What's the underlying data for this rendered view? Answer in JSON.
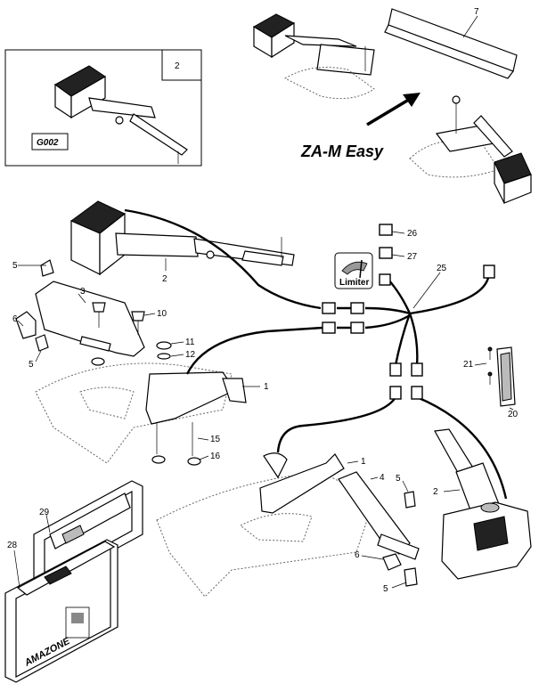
{
  "inset": {
    "number": "2",
    "code": "G002"
  },
  "title": "ZA-M Easy",
  "limiter_label": "Limiter",
  "case_brand": "AMAZONE",
  "parts": {
    "p1a": "1",
    "p1b": "1",
    "p2a": "2",
    "p2b": "2",
    "p3": "3",
    "p4": "4",
    "p5a": "5",
    "p5b": "5",
    "p5c": "5",
    "p5d": "5",
    "p6a": "6",
    "p6b": "6",
    "p7": "7",
    "p10": "10",
    "p11": "11",
    "p12": "12",
    "p15": "15",
    "p16": "16",
    "p20": "20",
    "p21": "21",
    "p25": "25",
    "p26": "26",
    "p27": "27",
    "p28": "28",
    "p29": "29"
  }
}
